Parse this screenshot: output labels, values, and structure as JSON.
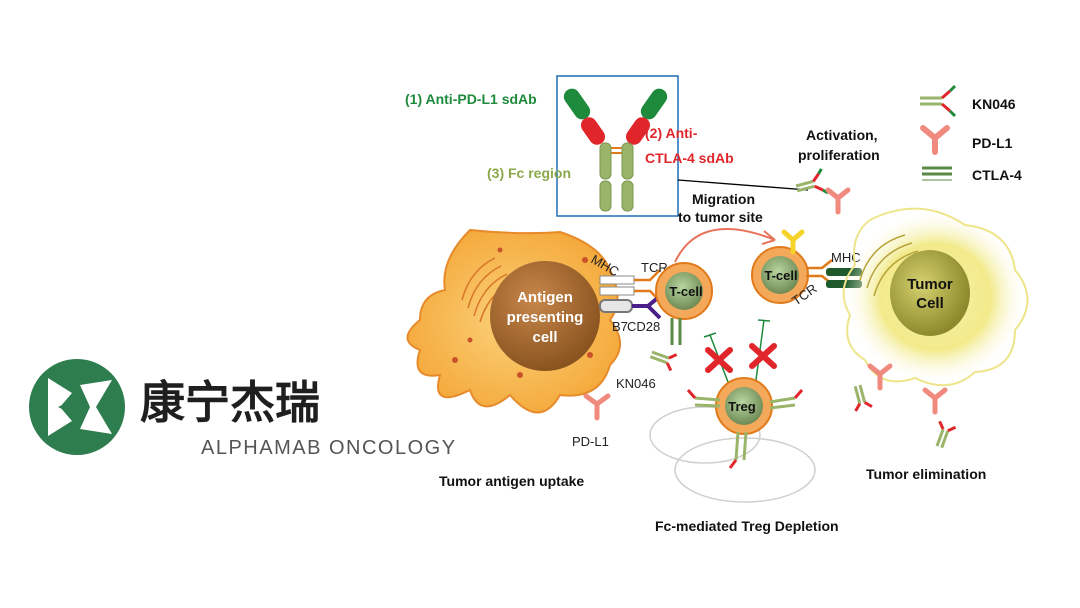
{
  "logo": {
    "chinese": "康宁杰瑞",
    "english": "ALPHAMAB ONCOLOGY",
    "color": "#2e7d4f"
  },
  "antibody": {
    "label_pdl1": "(1) Anti-PD-L1 sdAb",
    "label_ctla4_line1": "(2) Anti-",
    "label_ctla4_line2": "CTLA-4 sdAb",
    "label_fc": "(3) Fc region"
  },
  "legend": {
    "items": [
      {
        "label": "KN046",
        "icon": "kn046-icon"
      },
      {
        "label": "PD-L1",
        "icon": "pdl1-icon"
      },
      {
        "label": "CTLA-4",
        "icon": "ctla4-icon"
      }
    ]
  },
  "labels": {
    "activation_line1": "Activation,",
    "activation_line2": "proliferation",
    "migration_line1": "Migration",
    "migration_line2": "to tumor site",
    "apc_line1": "Antigen",
    "apc_line2": "presenting",
    "apc_line3": "cell",
    "mhc_left": "MHC",
    "tcr_left": "TCR",
    "tcell_left": "T-cell",
    "b7": "B7",
    "cd28": "CD28",
    "kn046": "KN046",
    "pdl1": "PD-L1",
    "tcell_right": "T-cell",
    "mhc_right": "MHC",
    "tcr_right": "TCR",
    "tumor_line1": "Tumor",
    "tumor_line2": "Cell",
    "treg": "Treg",
    "uptake": "Tumor antigen uptake",
    "depletion": "Fc-mediated  Treg Depletion",
    "elimination": "Tumor elimination"
  },
  "colors": {
    "green_label": "#1e8a3c",
    "red_label": "#e0262b",
    "fc_label": "#8aa84a",
    "box_border": "#1f6fb5"
  }
}
